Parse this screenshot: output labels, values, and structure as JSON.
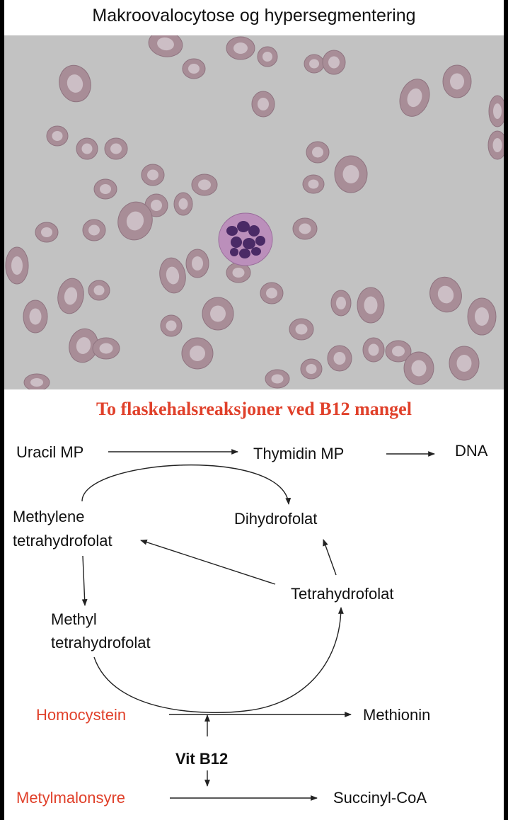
{
  "colors": {
    "red": "#e0402a",
    "stroke": "#222222",
    "slide_bg": "#c2c2c2",
    "rbc": "#a88d97",
    "rbc_center": "#d2c7cc",
    "nucleus": "#4a2a66",
    "cytoplasm": "#bb8fbb"
  },
  "top_title": "Makroovalocytose og hypersegmentering",
  "diagram_title": "To flaskehalsreaksjoner ved B12 mangel",
  "nodes": {
    "uracil_mp": "Uracil MP",
    "thymidin_mp": "Thymidin MP",
    "dna": "DNA",
    "methylene_1": "Methylene",
    "methylene_2": "tetrahydrofolat",
    "dihydrofolat": "Dihydrofolat",
    "tetrahydrofolat": "Tetrahydrofolat",
    "methyl_1": "Methyl",
    "methyl_2": "tetrahydrofolat",
    "homocystein": "Homocystein",
    "methionin": "Methionin",
    "vit_b12": "Vit B12",
    "metylmalonsyre": "Metylmalonsyre",
    "succinyl_coa": "Succinyl-CoA"
  }
}
